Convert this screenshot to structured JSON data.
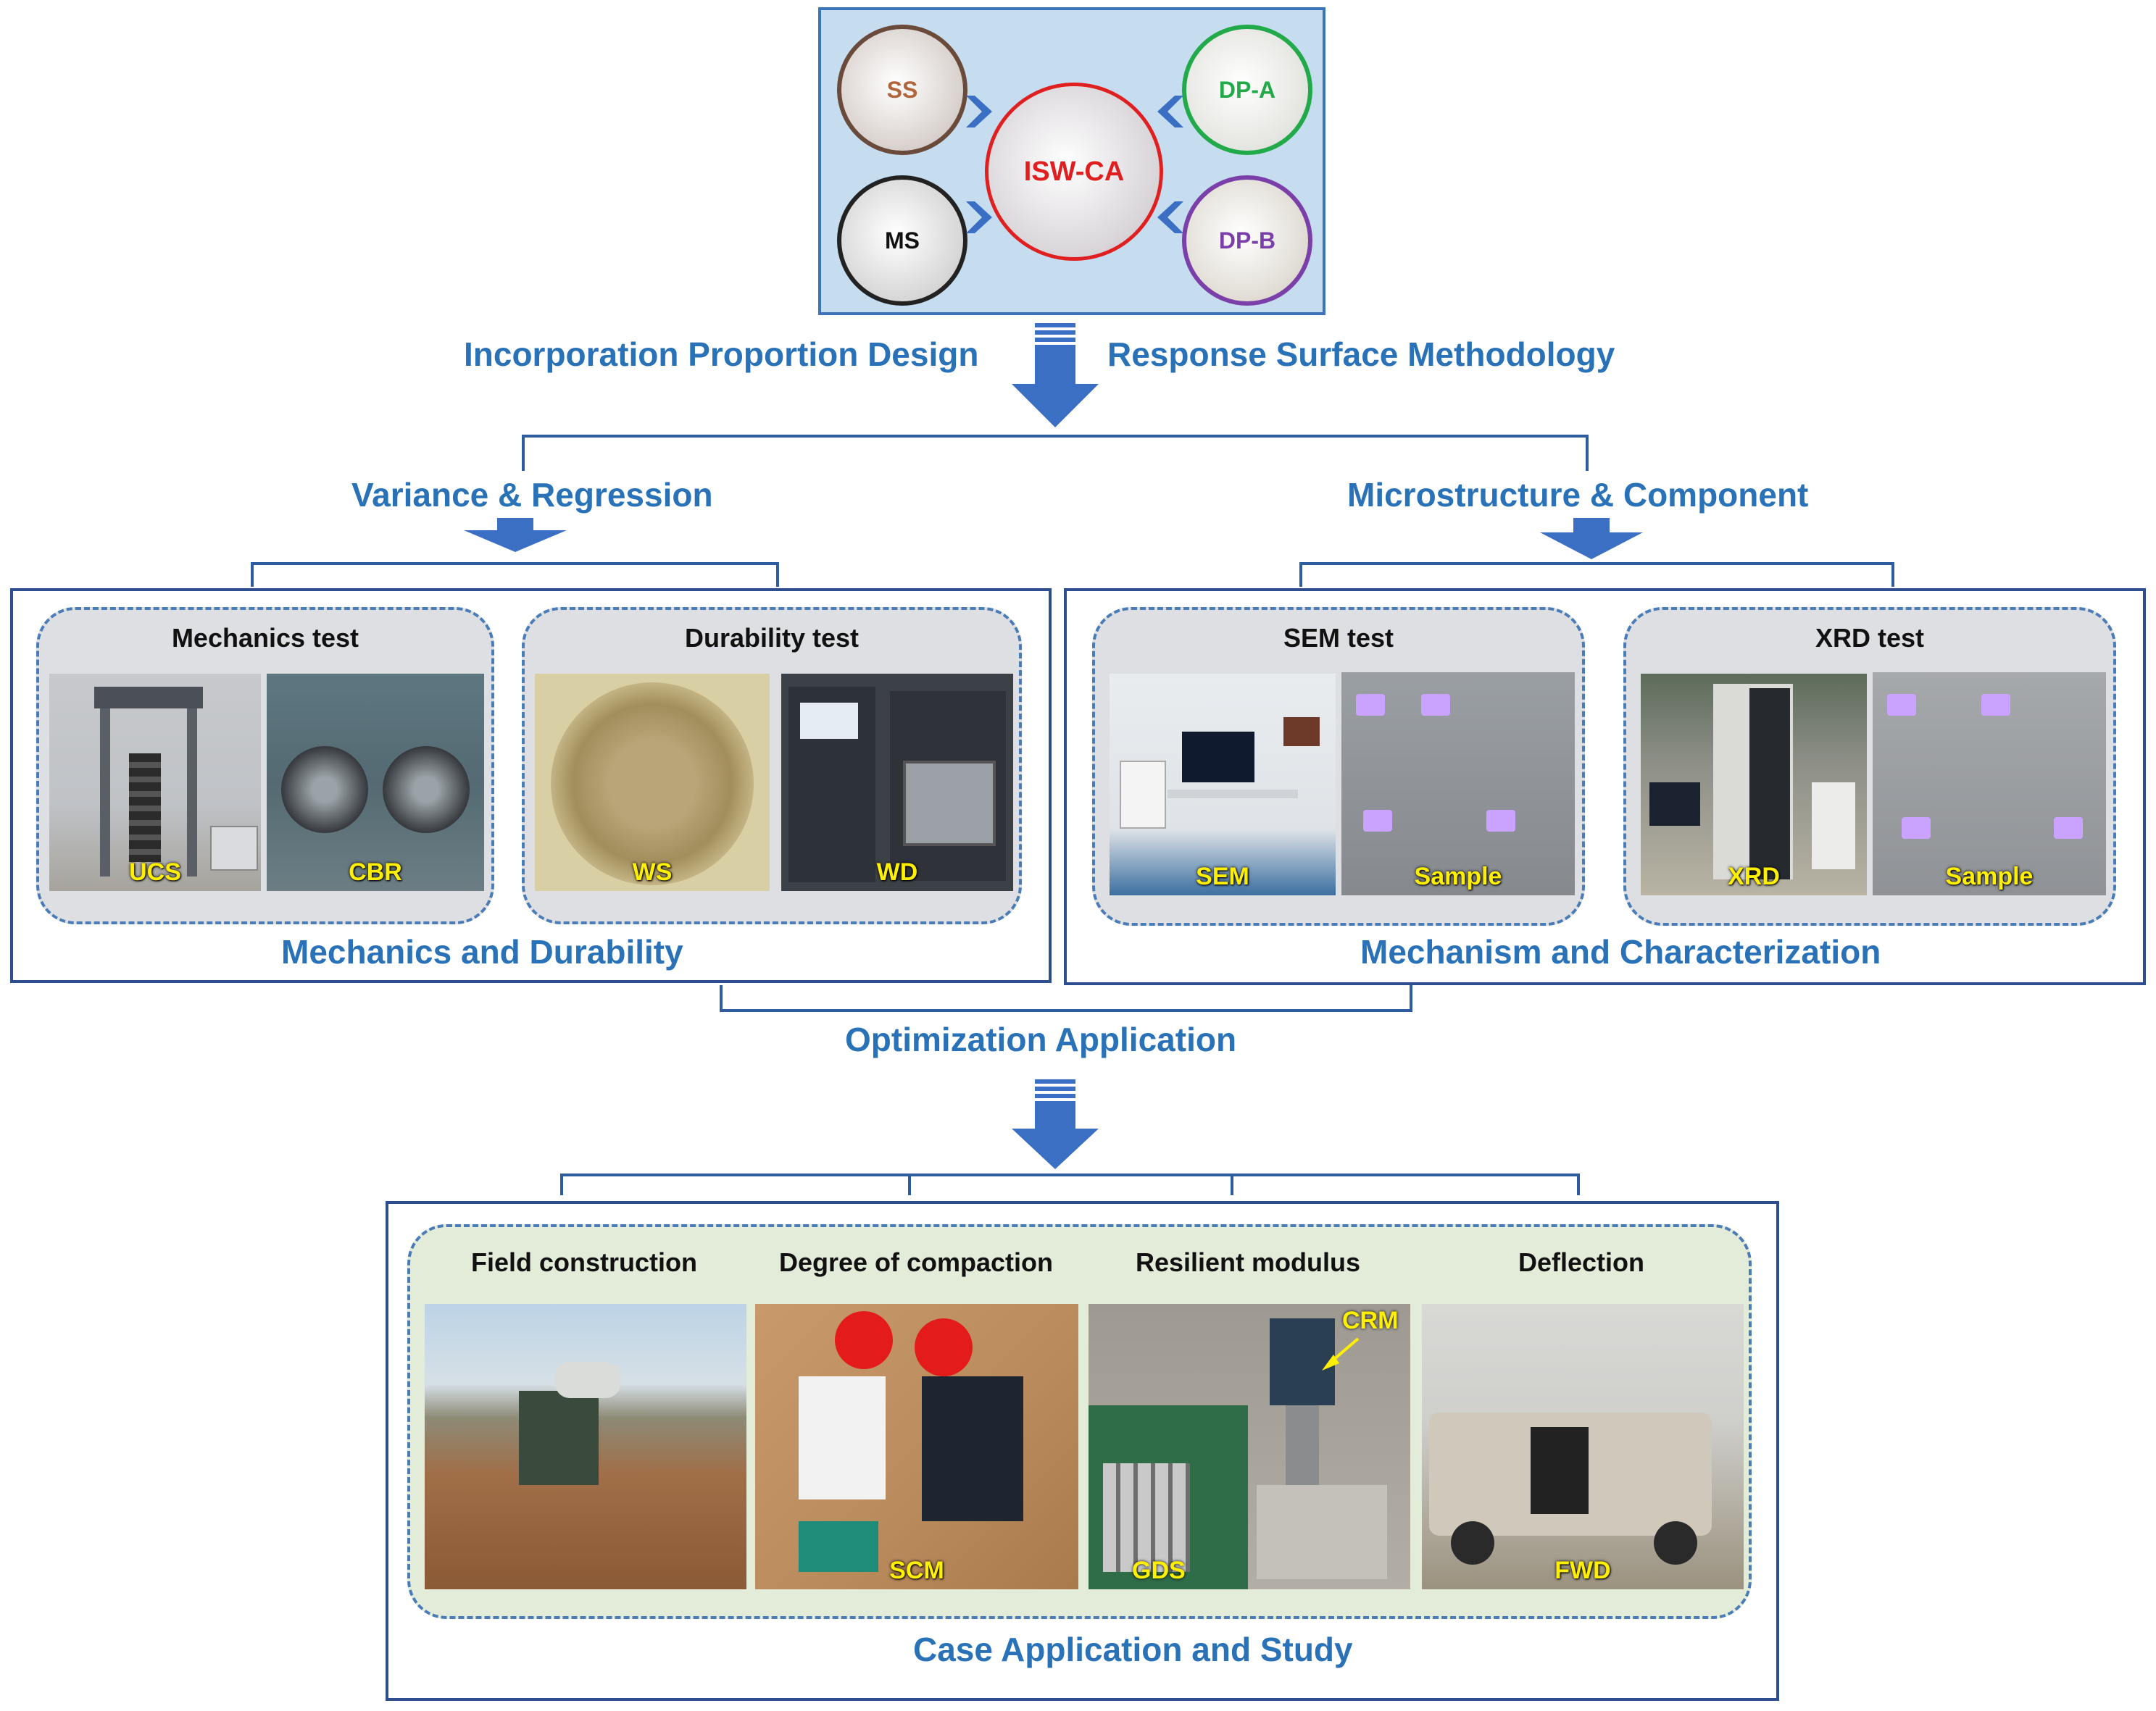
{
  "materials": {
    "center": "ISW-CA",
    "ss": "SS",
    "ms": "MS",
    "dp_a": "DP-A",
    "dp_b": "DP-B"
  },
  "flow": {
    "design_left": "Incorporation Proportion Design",
    "design_right": "Response Surface Methodology",
    "branch_left": "Variance & Regression",
    "branch_right": "Microstructure & Component",
    "optimization": "Optimization Application"
  },
  "mechanics_durability": {
    "caption": "Mechanics and Durability",
    "mechanics": {
      "title": "Mechanics test",
      "photo1": "UCS",
      "photo2": "CBR"
    },
    "durability": {
      "title": "Durability test",
      "photo1": "WS",
      "photo2": "WD"
    }
  },
  "mechanism": {
    "caption": "Mechanism and Characterization",
    "sem": {
      "title": "SEM test",
      "photo1": "SEM",
      "photo2": "Sample"
    },
    "xrd": {
      "title": "XRD test",
      "photo1": "XRD",
      "photo2": "Sample"
    }
  },
  "case_study": {
    "caption": "Case Application and Study",
    "field": {
      "title": "Field construction"
    },
    "compaction": {
      "title": "Degree of compaction",
      "label": "SCM"
    },
    "modulus": {
      "title": "Resilient modulus",
      "label_top": "CRM",
      "label_bottom": "GDS"
    },
    "deflection": {
      "title": "Deflection",
      "label": "FWD"
    }
  },
  "colors": {
    "heading_blue": "#2a72b8",
    "arrow_blue": "#3a6fc4",
    "frame": "#2e4f8f",
    "label_yellow": "#ffef00",
    "center_red": "#e02020",
    "ss_brown": "#b0653a",
    "dp_a_green": "#22aa4a",
    "dp_b_purple": "#7a3fa8"
  }
}
